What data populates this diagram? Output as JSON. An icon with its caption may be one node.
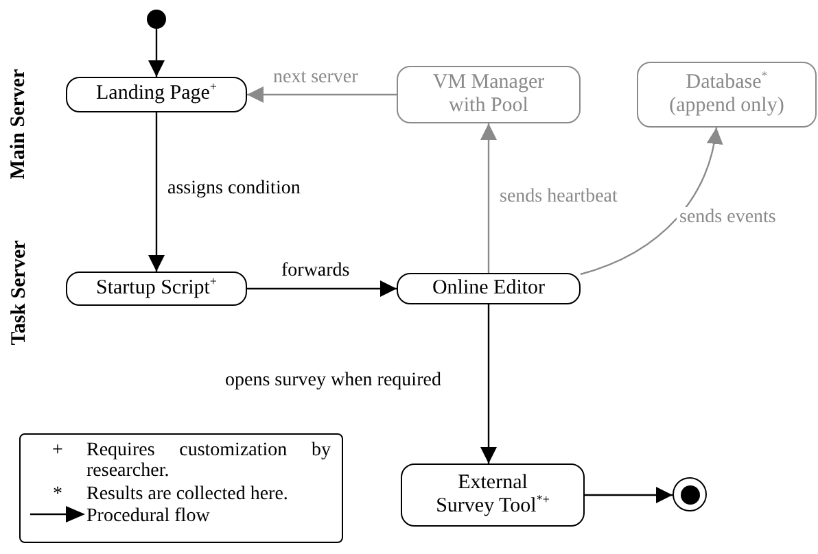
{
  "diagram": {
    "nodes": [
      {
        "text": [],
        "shape": "circle"
      },
      {
        "text": [
          "Landing Page$^{+}$"
        ]
      },
      {
        "text": [
          "VM Manager with Pool"
        ]
      },
      {
        "text": [
          "Database$^{*}$ (append only)"
        ]
      },
      {
        "text": [
          "Startup Script$^{+}$"
        ]
      },
      {
        "text": [
          "Online Editor"
        ]
      },
      {
        "text": [
          "External Survey Tool$^{*+}$"
        ]
      },
      {
        "text": [],
        "shape": "circle"
      }
    ],
    "edges": [
      {
        "from": 0,
        "to": 1,
        "arrow": "to"
      },
      {
        "from": 1,
        "to": 4,
        "arrow": "to",
        "label": "assigns condition"
      },
      {
        "from": 4,
        "to": 5,
        "arrow": "to",
        "label": "forwards"
      },
      {
        "from": 5,
        "to": 2,
        "arrow": "to",
        "label": "sends heartbeat",
        "color": "#8a8a8a"
      },
      {
        "from": 2,
        "to": 1,
        "arrow": "to",
        "label": "next server",
        "color": "#8a8a8a"
      },
      {
        "from": 5,
        "to": 3,
        "arrow": "to",
        "label": "sends events",
        "color": "#8a8a8a"
      },
      {
        "from": 5,
        "to": 6,
        "arrow": "to",
        "label": "opens survey when required"
      },
      {
        "from": 6,
        "to": 7,
        "arrow": "to"
      }
    ],
    "labels": [
      "Main Server",
      "Task Server",
      "+",
      "*"
    ],
    "legend": [
      {
        "text": "Requires customization by researcher."
      },
      {
        "text": "Results are collected here."
      },
      {
        "text": "Procedural flow"
      }
    ]
  }
}
